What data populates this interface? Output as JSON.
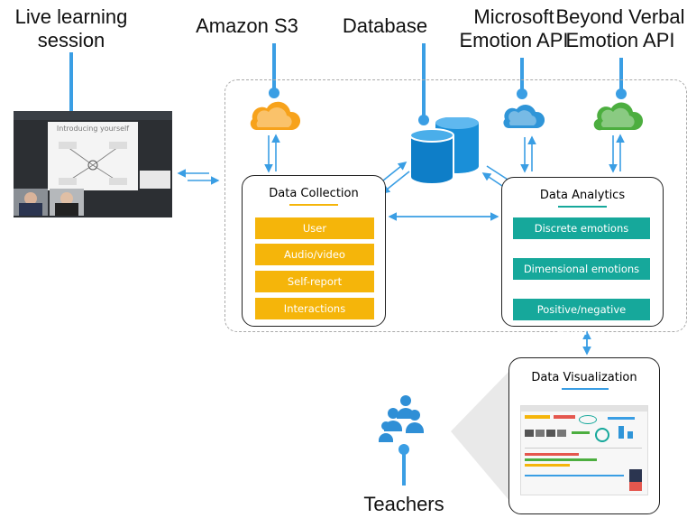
{
  "labels": {
    "live_session": "Live learning session",
    "amazon_s3": "Amazon S3",
    "database": "Database",
    "microsoft_api": "Microsoft Emotion API",
    "beyond_verbal_api": "Beyond Verbal Emotion API",
    "teachers": "Teachers"
  },
  "data_collection": {
    "title": "Data Collection",
    "items": [
      "User",
      "Audio/video",
      "Self-report",
      "Interactions"
    ]
  },
  "data_analytics": {
    "title": "Data Analytics",
    "items": [
      "Discrete emotions",
      "Dimensional emotions",
      "Positive/negative emotions"
    ]
  },
  "data_visualization": {
    "title": "Data Visualization"
  },
  "session_slide": {
    "title": "Introducing yourself"
  },
  "colors": {
    "accent_blue": "#3a9ee4",
    "collection_yellow": "#f5b50a",
    "analytics_teal": "#16a89b",
    "s3_orange": "#f7a21b",
    "microsoft_blue": "#2f95d8",
    "beyond_green": "#4cae3f"
  },
  "icons": [
    "cloud-icon",
    "database-icon",
    "people-icon",
    "video-screenshot",
    "dashboard-screenshot"
  ]
}
